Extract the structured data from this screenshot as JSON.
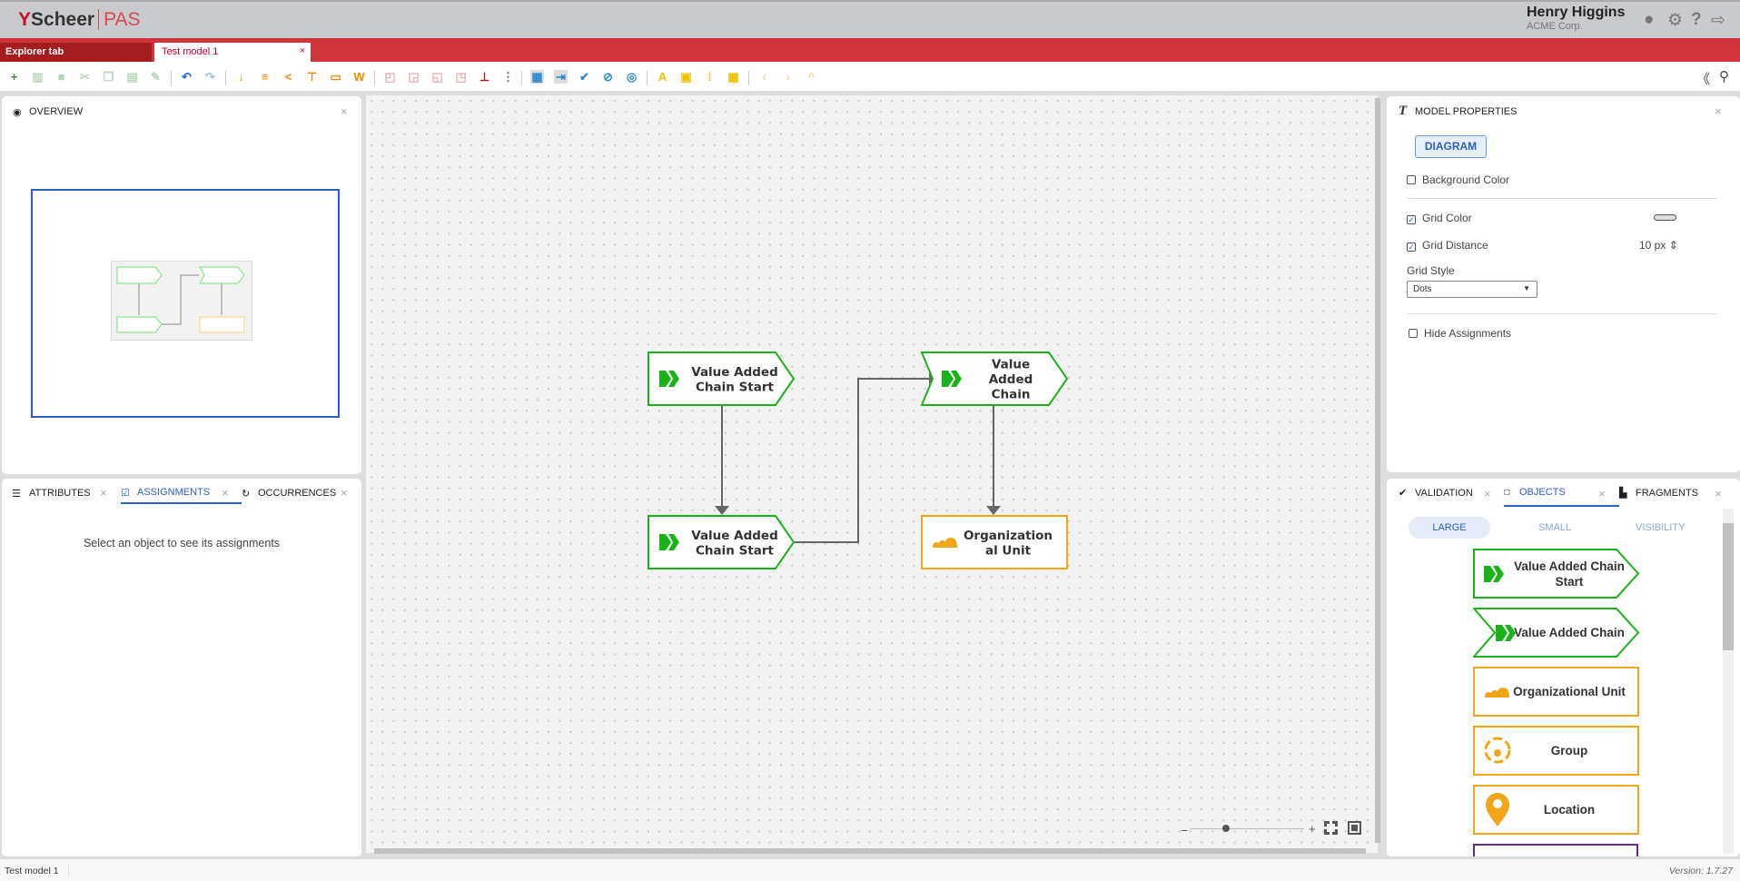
{
  "header": {
    "logo_brand": "Scheer",
    "logo_product": "PAS",
    "user_name": "Henry Higgins",
    "user_org": "ACME Corp.",
    "icons": [
      "user-icon",
      "gear-icon",
      "help-icon",
      "logout-icon"
    ]
  },
  "tabs": [
    {
      "label": "Explorer tab"
    },
    {
      "label": "Test model 1",
      "close": "×"
    }
  ],
  "toolbar": {
    "icons": [
      {
        "name": "new-model-icon",
        "glyph": "+",
        "color": "#3a8a3a"
      },
      {
        "name": "delete-icon",
        "glyph": "▥",
        "color": "#b8d6b8"
      },
      {
        "name": "duplicate-icon",
        "glyph": "■",
        "color": "#b8d6b8"
      },
      {
        "name": "cut-icon",
        "glyph": "✂",
        "color": "#b8d6b8"
      },
      {
        "name": "copy-icon",
        "glyph": "❐",
        "color": "#b8d6b8"
      },
      {
        "name": "paste-icon",
        "glyph": "▤",
        "color": "#b8d6b8"
      },
      {
        "name": "format-painter-icon",
        "glyph": "✎",
        "color": "#b8d6b8"
      },
      {
        "name": "undo-icon",
        "glyph": "↶",
        "color": "#2a6ad0"
      },
      {
        "name": "redo-icon",
        "glyph": "↷",
        "color": "#a8c0e0"
      },
      {
        "name": "import-icon",
        "glyph": "↓",
        "color": "#f08a00"
      },
      {
        "name": "export-icon",
        "glyph": "≡",
        "color": "#f08a00"
      },
      {
        "name": "share-icon",
        "glyph": "<",
        "color": "#f08a00"
      },
      {
        "name": "pin-icon",
        "glyph": "⊤",
        "color": "#f08a00"
      },
      {
        "name": "print-icon",
        "glyph": "▭",
        "color": "#f08a00"
      },
      {
        "name": "word-export-icon",
        "glyph": "W",
        "color": "#f08a00"
      },
      {
        "name": "bring-front-icon",
        "glyph": "◰",
        "color": "#e8b0b0"
      },
      {
        "name": "send-back-icon",
        "glyph": "◲",
        "color": "#e8b0b0"
      },
      {
        "name": "group-icon",
        "glyph": "◱",
        "color": "#e8b0b0"
      },
      {
        "name": "ungroup-icon",
        "glyph": "◳",
        "color": "#e8b0b0"
      },
      {
        "name": "hierarchy-icon",
        "glyph": "⊥",
        "color": "#a52020"
      },
      {
        "name": "more-icon",
        "glyph": "⋮",
        "color": "#666"
      },
      {
        "name": "grid-layout-icon",
        "glyph": "▦",
        "color": "#2a8ad0"
      },
      {
        "name": "connect-icon",
        "glyph": "⇥",
        "color": "#2a8ad0"
      },
      {
        "name": "validate-icon",
        "glyph": "✔",
        "color": "#2a8ad0"
      },
      {
        "name": "hide-icon",
        "glyph": "⊘",
        "color": "#2a8ad0"
      },
      {
        "name": "overlap-icon",
        "glyph": "◎",
        "color": "#2a8ad0"
      },
      {
        "name": "text-icon",
        "glyph": "A",
        "color": "#f0c000"
      },
      {
        "name": "image-icon",
        "glyph": "▣",
        "color": "#f0c000"
      },
      {
        "name": "columns-icon",
        "glyph": "⁞",
        "color": "#f0c000"
      },
      {
        "name": "rows-icon",
        "glyph": "▦",
        "color": "#f0c000"
      },
      {
        "name": "previous-icon",
        "glyph": "‹",
        "color": "#f5d8a8"
      },
      {
        "name": "next-icon",
        "glyph": "›",
        "color": "#f5d8a8"
      },
      {
        "name": "up-icon",
        "glyph": "^",
        "color": "#f5d8a8"
      }
    ],
    "right_icons": [
      "collapse-panel-icon",
      "search-icon"
    ]
  },
  "overview": {
    "title": "OVERVIEW"
  },
  "left_bottom": {
    "tabs": [
      "ATTRIBUTES",
      "ASSIGNMENTS",
      "OCCURRENCES"
    ],
    "active": "ASSIGNMENTS",
    "message": "Select an object to see its assignments"
  },
  "diagram": {
    "nodes": [
      {
        "label_lines": [
          "Value Added",
          "Chain Start"
        ],
        "type": "value-added-chain-start"
      },
      {
        "label_lines": [
          "Value",
          "Added",
          "Chain"
        ],
        "type": "value-added-chain"
      },
      {
        "label_lines": [
          "Value Added",
          "Chain Start"
        ],
        "type": "value-added-chain-start"
      },
      {
        "label_lines": [
          "Organization",
          "al Unit"
        ],
        "type": "organizational-unit"
      }
    ],
    "zoom": {
      "minus": "−",
      "plus": "+",
      "level": 0.3
    },
    "colors": {
      "green": "#19b319",
      "orange": "#f0a618",
      "connector": "#666666"
    }
  },
  "model_properties": {
    "title": "MODEL PROPERTIES",
    "tab": "DIAGRAM",
    "background_color": {
      "label": "Background Color",
      "checked": false
    },
    "grid_color": {
      "label": "Grid Color",
      "checked": true
    },
    "grid_distance": {
      "label": "Grid Distance",
      "checked": true,
      "value": "10 px"
    },
    "grid_style": {
      "label": "Grid Style",
      "value": "Dots"
    },
    "hide_assignments": {
      "label": "Hide Assignments",
      "checked": false
    }
  },
  "objects_panel": {
    "tabs": [
      "VALIDATION",
      "OBJECTS",
      "FRAGMENTS"
    ],
    "active": "OBJECTS",
    "sizes": [
      "LARGE",
      "SMALL",
      "VISIBILITY"
    ],
    "active_size": "LARGE",
    "items": [
      {
        "label": "Value Added Chain Start"
      },
      {
        "label": "Value Added Chain"
      },
      {
        "label": "Organizational Unit"
      },
      {
        "label": "Group"
      },
      {
        "label": "Location"
      }
    ]
  },
  "status": {
    "model": "Test model 1",
    "version": "Version: 1.7.27"
  }
}
